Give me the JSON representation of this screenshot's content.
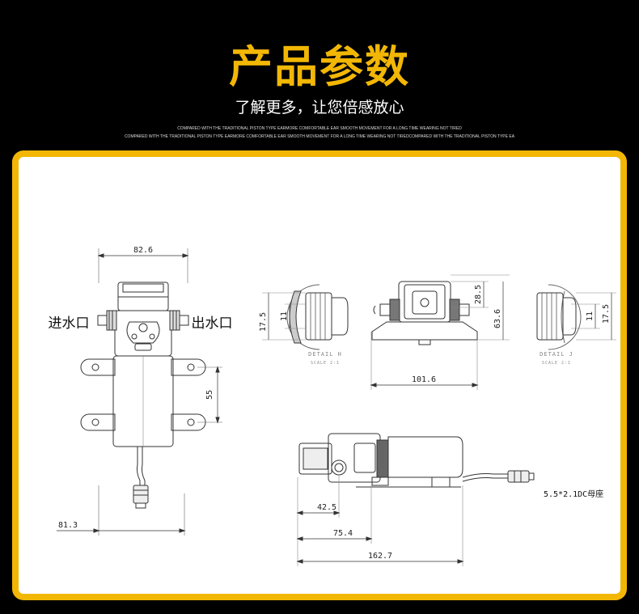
{
  "header": {
    "title": "产品参数",
    "subtitle": "了解更多，让您倍感放心",
    "tagline_1": "COMPARED WITH THE TRADITIONAL PISTON TYPE EARMORE COMFORTABLE EAR SMOOTH MOVEMENT FOR A LONG TIME WEARING NOT TIRED",
    "tagline_2": "COMPARED WITH THE TRADITIONAL PISTON TYPE EARMORE COMFORTABLE EAR SMOOTH MOVEMENT FOR A LONG TIME WEARING NOT TIREDCOMPARED WITH THE TRADITIONAL PISTON TYPE EA"
  },
  "colors": {
    "accent": "#f2b705",
    "background": "#000000",
    "panel": "#ffffff"
  },
  "drawing": {
    "front_view": {
      "inlet_label": "进水口",
      "outlet_label": "出水口",
      "width_dim": "82.6",
      "mount_dim": "55",
      "bottom_dim": "81.3"
    },
    "detail_h": {
      "dim_outer": "17.5",
      "dim_inner": "11",
      "caption": "DETAIL H",
      "scale": "SCALE 2:1"
    },
    "top_view": {
      "dim_height_a": "28.5",
      "dim_height_b": "63.6",
      "dim_width": "101.6"
    },
    "detail_j": {
      "dim_inner": "11",
      "dim_outer": "17.5",
      "caption": "DETAIL J",
      "scale": "SCALE 2:1"
    },
    "side_view": {
      "dim_a": "42.5",
      "dim_b": "75.4",
      "dim_c": "162.7",
      "connector_note": "5.5*2.1DC母座"
    }
  }
}
